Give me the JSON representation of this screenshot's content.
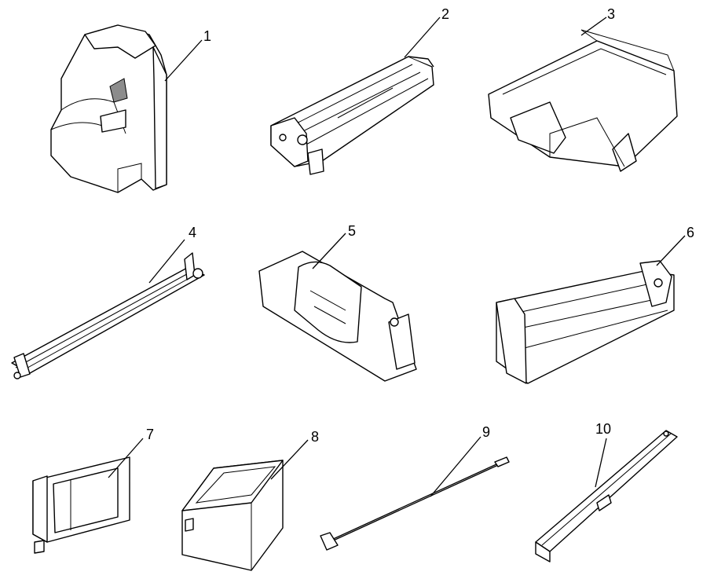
{
  "callouts": [
    {
      "id": "toner-cartridge",
      "label": "1"
    },
    {
      "id": "drum-cartridge",
      "label": "2"
    },
    {
      "id": "transfer-belt-unit",
      "label": "3"
    },
    {
      "id": "transfer-roller",
      "label": "4"
    },
    {
      "id": "waste-toner-box",
      "label": "5"
    },
    {
      "id": "fuser-unit",
      "label": "6"
    },
    {
      "id": "part-7",
      "label": "7"
    },
    {
      "id": "part-8",
      "label": "8"
    },
    {
      "id": "part-9",
      "label": "9"
    },
    {
      "id": "part-10",
      "label": "10"
    }
  ],
  "colors": {
    "line": "#000000",
    "shade": "#8c8c8c",
    "background": "#ffffff"
  }
}
